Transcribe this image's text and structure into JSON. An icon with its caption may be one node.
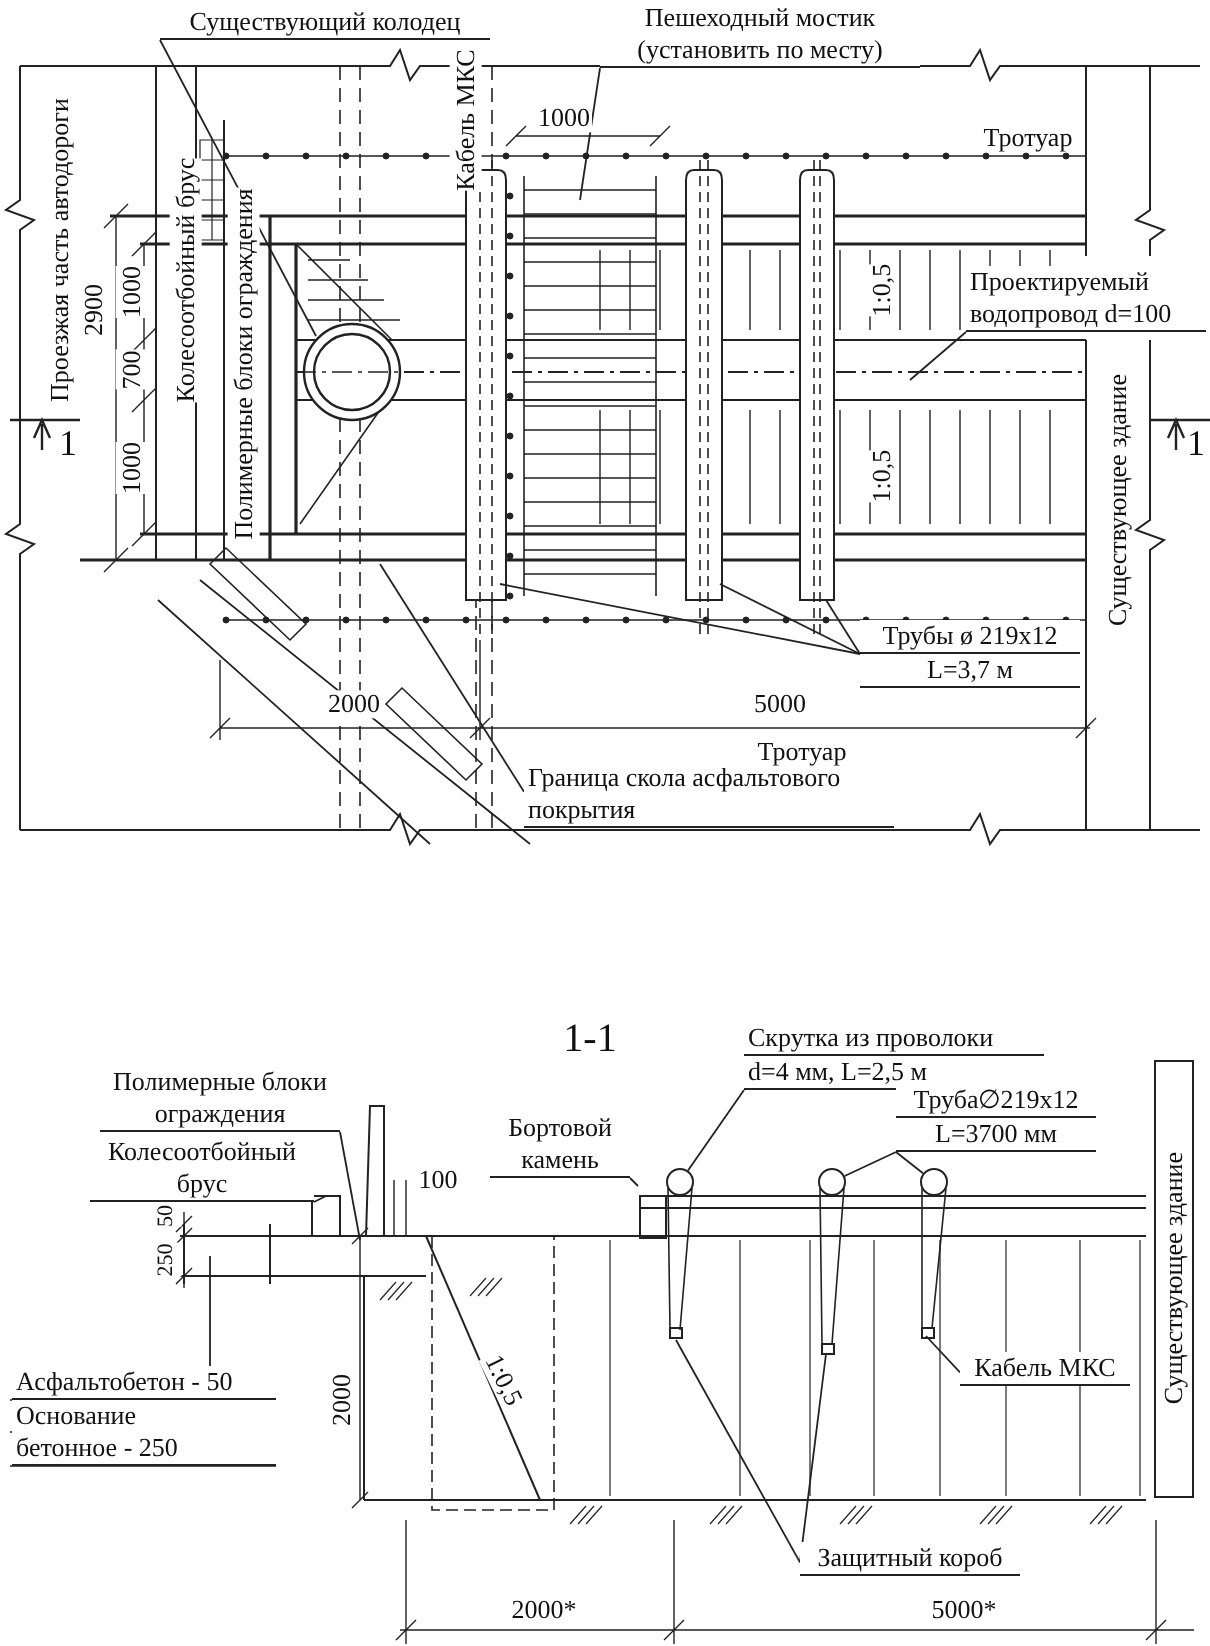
{
  "diagram": {
    "nodes": [
      {
        "text": [
          "Существующий колодец"
        ]
      },
      {
        "text": [
          "Пешеходный мостик (установить по месту)"
        ]
      },
      {
        "text": [
          "Проектируемый водопровод d=100"
        ]
      },
      {
        "text": [
          "Трубы ø 219x12",
          "L=3,7 м"
        ]
      },
      {
        "text": [
          "Граница скола асфальтового покрытия"
        ]
      },
      {
        "text": [
          "Полимерные блоки ограждения"
        ]
      },
      {
        "text": [
          "Колесоотбойный брус"
        ]
      },
      {
        "text": [
          "Бортовой камень"
        ]
      },
      {
        "text": [
          "Скрутка из проволоки",
          "d=4 мм, L=2,5 м"
        ]
      },
      {
        "text": [
          "Труба∅219x12",
          "L=3700 мм"
        ]
      },
      {
        "text": [
          "Асфальтобетон - 50",
          "Основание бетонное - 250"
        ]
      },
      {
        "text": [
          "Кабель МКС"
        ]
      },
      {
        "text": [
          "Защитный короб"
        ]
      },
      {
        "text": [
          "Существующее здание"
        ]
      },
      {
        "text": [],
        "shape": "circle"
      },
      {
        "text": [],
        "shape": "circle"
      },
      {
        "text": [],
        "shape": "circle"
      }
    ],
    "edges": [
      {
        "from": 0,
        "to": null,
        "arrow": "none"
      },
      {
        "from": 1,
        "to": null,
        "arrow": "none"
      },
      {
        "from": 2,
        "to": null,
        "arrow": "none"
      },
      {
        "from": 3,
        "to": null,
        "arrow": "none"
      },
      {
        "from": 3,
        "to": null,
        "arrow": "none"
      },
      {
        "from": 3,
        "to": null,
        "arrow": "none"
      },
      {
        "from": 4,
        "to": null,
        "arrow": "none"
      },
      {
        "from": 5,
        "to": null,
        "arrow": "none"
      },
      {
        "from": 6,
        "to": null,
        "arrow": "none"
      },
      {
        "from": 7,
        "to": null,
        "arrow": "none"
      },
      {
        "from": 8,
        "to": 14,
        "arrow": "none"
      },
      {
        "from": 9,
        "to": 15,
        "arrow": "none"
      },
      {
        "from": 9,
        "to": 16,
        "arrow": "none"
      },
      {
        "from": 10,
        "to": null,
        "arrow": "none"
      },
      {
        "from": 11,
        "to": null,
        "arrow": "none"
      },
      {
        "from": 12,
        "to": null,
        "arrow": "none"
      },
      {
        "from": 12,
        "to": null,
        "arrow": "none"
      }
    ],
    "labels": [
      "Кабель МКС",
      "1000",
      "Тротуар",
      "Проезжая часть автодороги",
      "2900",
      "1000",
      "700",
      "1000",
      "Колесоотбойный брус",
      "Полимерные блоки ограждения",
      "1:0,5",
      "1",
      "1:0,5",
      "1",
      "Существующее здание",
      "2000",
      "5000",
      "Тротуар",
      "1-1",
      "100",
      "50",
      "250",
      "2000",
      "1:0,5",
      "2000*",
      "5000*"
    ]
  }
}
